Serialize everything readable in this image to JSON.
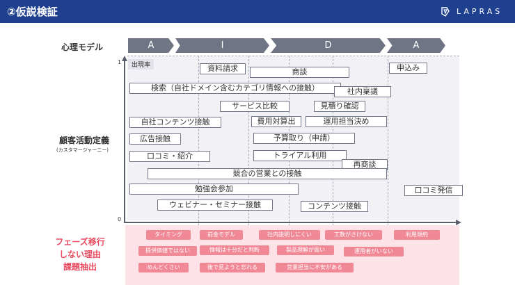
{
  "header": {
    "title": "②仮説検証",
    "logo_text": "LAPRAS",
    "color": "#1f3f8f"
  },
  "labels": {
    "model": "心理モデル",
    "activity_title": "顧客活動定義",
    "activity_sub": "(カスタマージャーニー)",
    "reason_lines": [
      "フェーズ移行",
      "しない理由",
      "課題抽出"
    ]
  },
  "phases": [
    "A",
    "I",
    "D",
    "A"
  ],
  "axis": {
    "y_top": "1",
    "y_bottom": "0",
    "rate_label": "出現率"
  },
  "activities": [
    "資料請求",
    "商談",
    "申込み",
    "検索（自社ドメイン含むカテゴリ情報への接触）",
    "社内稟議",
    "サービス比較",
    "見積り確認",
    "自社コンテンツ接触",
    "費用対算出",
    "運用担当決め",
    "広告接触",
    "予算取り（申請）",
    "口コミ・紹介",
    "トライアル利用",
    "再商談",
    "競合の営業との接触",
    "勉強会参加",
    "口コミ発信",
    "ウェビナー・セミナー接触",
    "コンテンツ接触"
  ],
  "reasons": [
    "タイミング",
    "前金モデル",
    "社内説明しにくい",
    "工数がさけない",
    "利用規約",
    "提供価値ではない",
    "情報は十分だと判断",
    "製品理解が弱い",
    "運用者がいない",
    "めんどくさい",
    "後で見ようと忘れる",
    "営業担当に不安がある"
  ],
  "colors": {
    "phase": "#6f7585",
    "reason_tag": "#f08896",
    "reason_bg": "#fde3e7",
    "reason_text": "#e94b60"
  }
}
